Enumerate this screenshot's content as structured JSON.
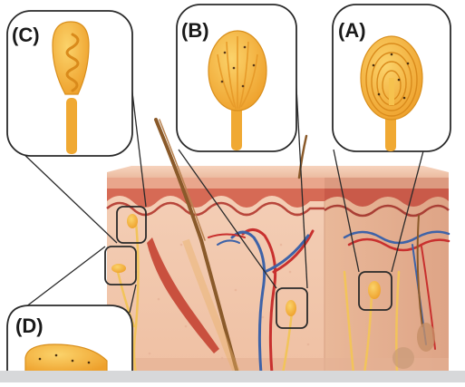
{
  "labels": {
    "a": "(A)",
    "b": "(B)",
    "c": "(C)",
    "d": "(D)"
  },
  "colors": {
    "receptor": "#f4b73c",
    "receptor_dark": "#d98f1c",
    "skin_top": "#f1c2a6",
    "dermis": "#f3c9b1",
    "epidermis_band": "#c9574a",
    "artery": "#c8302e",
    "vein": "#3e63a8",
    "hair": "#8a5a2a",
    "muscle": "#c9503e"
  }
}
